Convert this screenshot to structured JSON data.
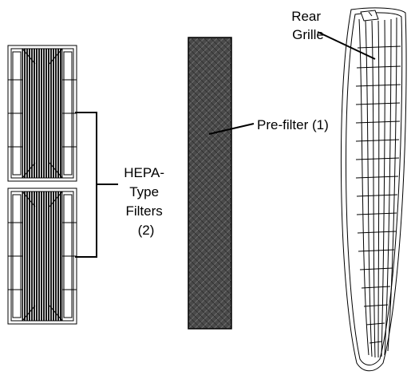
{
  "labels": {
    "hepa_line1": "HEPA-",
    "hepa_line2": "Type",
    "hepa_line3": "Filters",
    "hepa_line4": "(2)",
    "prefilter": "Pre-filter (1)",
    "rear_line1": "Rear",
    "rear_line2": "Grille"
  },
  "colors": {
    "line": "#000000",
    "prefilter_fill": "#4a4a4a",
    "hepa_pleats": "#1a1a1a"
  }
}
